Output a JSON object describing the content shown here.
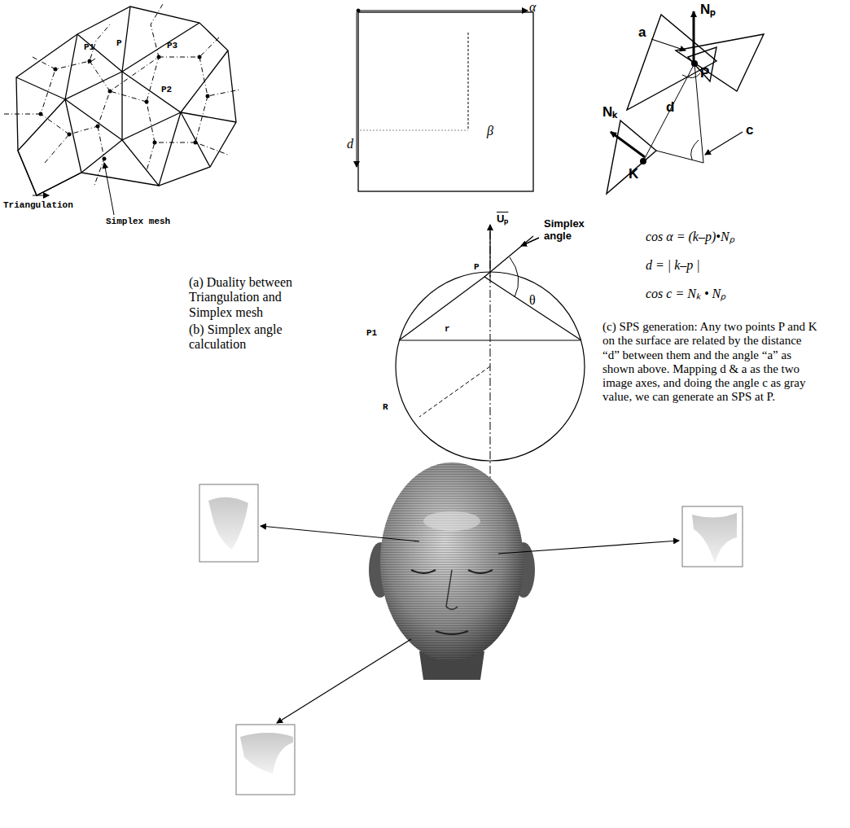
{
  "diagram": {
    "labels": [
      "P1",
      "P",
      "P3",
      "P2",
      "Triangulation",
      "Simplex mesh",
      "α",
      "β",
      "d",
      "Nₚ",
      "a",
      "P",
      "Nₖ",
      "d",
      "K",
      "c",
      "(a) Duality between Triangulation and Simplex mesh",
      "(b) Simplex angle calculation",
      "Uₚ",
      "Simplex angle",
      "θ",
      "P",
      "P1",
      "r",
      "R",
      "cos α = (k–p)•Nₚ",
      "d = | k–p |",
      "cos c = Nₖ • Nₚ",
      "(c) SPS generation: Any two points P and K on the surface are related by the distance “d” between them and the angle “a” as shown above. Mapping d & a as the two image axes, and doing the angle c as gray value, we can generate an SPS at P."
    ]
  }
}
